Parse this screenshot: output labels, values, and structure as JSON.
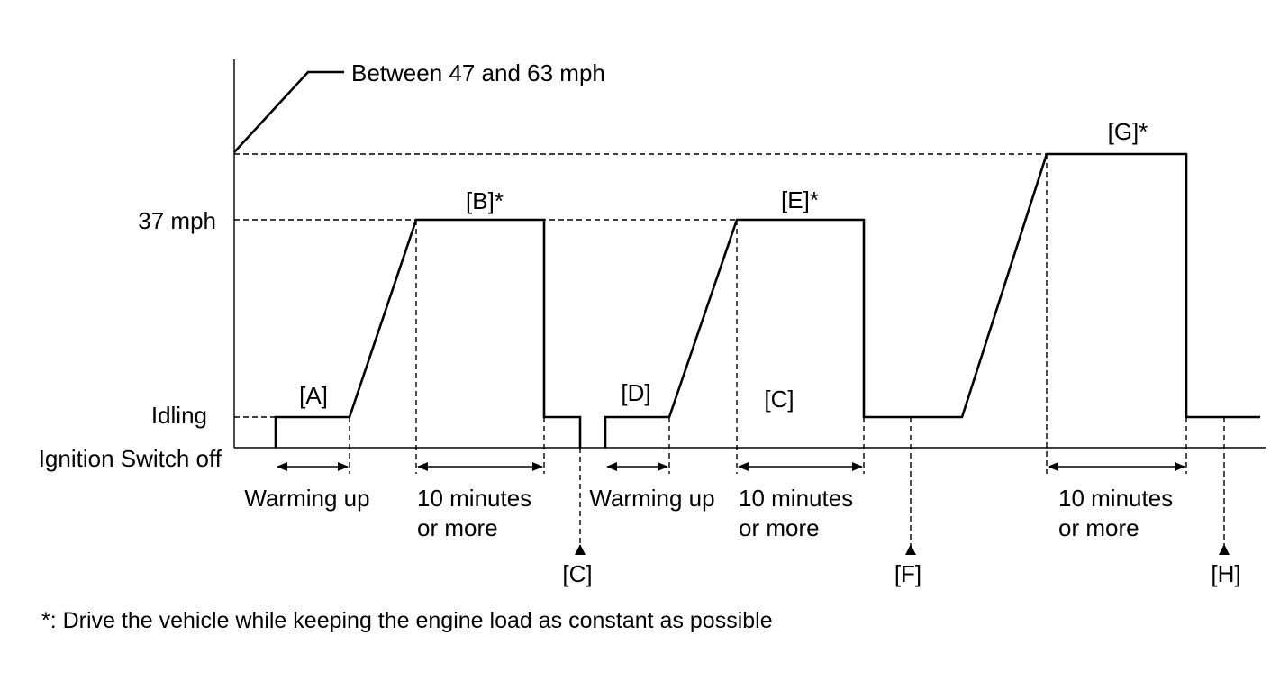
{
  "y_levels": {
    "high": "Between 47 and 63 mph",
    "mid": "37 mph",
    "idle": "Idling",
    "off": "Ignition Switch off"
  },
  "phases": {
    "a": "[A]",
    "b": "[B]*",
    "c_mid": "[C]",
    "d": "[D]",
    "e": "[E]*",
    "g": "[G]*"
  },
  "checkpoints": {
    "c": "[C]",
    "f": "[F]",
    "h": "[H]"
  },
  "durations": {
    "warm1": "Warming up",
    "ten1_line1": "10 minutes",
    "ten1_line2": "or more",
    "warm2": "Warming up",
    "ten2_line1": "10 minutes",
    "ten2_line2": "or more",
    "ten3_line1": "10 minutes",
    "ten3_line2": "or more"
  },
  "footnote": "*: Drive the vehicle while keeping the engine load as constant as possible"
}
